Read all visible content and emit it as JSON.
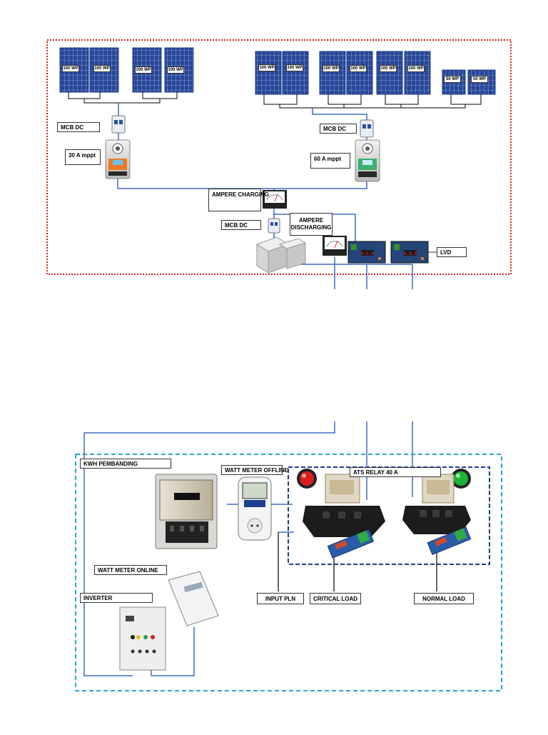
{
  "labels": {
    "p1": "100 WP",
    "p2": "100 WP",
    "p3": "100 WP",
    "p4": "100 WP",
    "p5": "100 WP",
    "p6": "100 WP",
    "p7": "100 WP",
    "p8": "100 WP",
    "p9": "100 WP",
    "p10": "100 WP",
    "p11": "50 WP",
    "p12": "50 WP",
    "mcb_dc_left": "MCB DC",
    "mcb_dc_right": "MCB DC",
    "mppt_30": "30 A mppt",
    "mppt_60": "60 A mppt",
    "ampere_charging": "AMPERE CHARGING",
    "mcb_dc_battery": "MCB DC",
    "ampere_discharging": "AMPERE DISCHARGING",
    "lvd": "LVD",
    "kwh_pembanding": "KWH PEMBANDING",
    "watt_meter_offline": "WATT METER OFFLINE",
    "ats_relay": "ATS RELAY 40 A",
    "watt_meter_online": "WATT METER ONLINE",
    "inverter": "INVERTER",
    "input_pln": "INPUT PLN",
    "critical_load": "CRITICAL LOAD",
    "normal_load": "NORMAL LOAD"
  },
  "colors": {
    "dc_box_border": "#d21f1f",
    "ac_box_border": "#2aa3dc",
    "ats_box_border": "#1f3f8c",
    "wire_blue": "#3d6cc4",
    "wire_black": "#000000",
    "panel_blue": "#1e3d8a",
    "lamp_red": "#d81d1d",
    "lamp_green": "#1db43a"
  }
}
